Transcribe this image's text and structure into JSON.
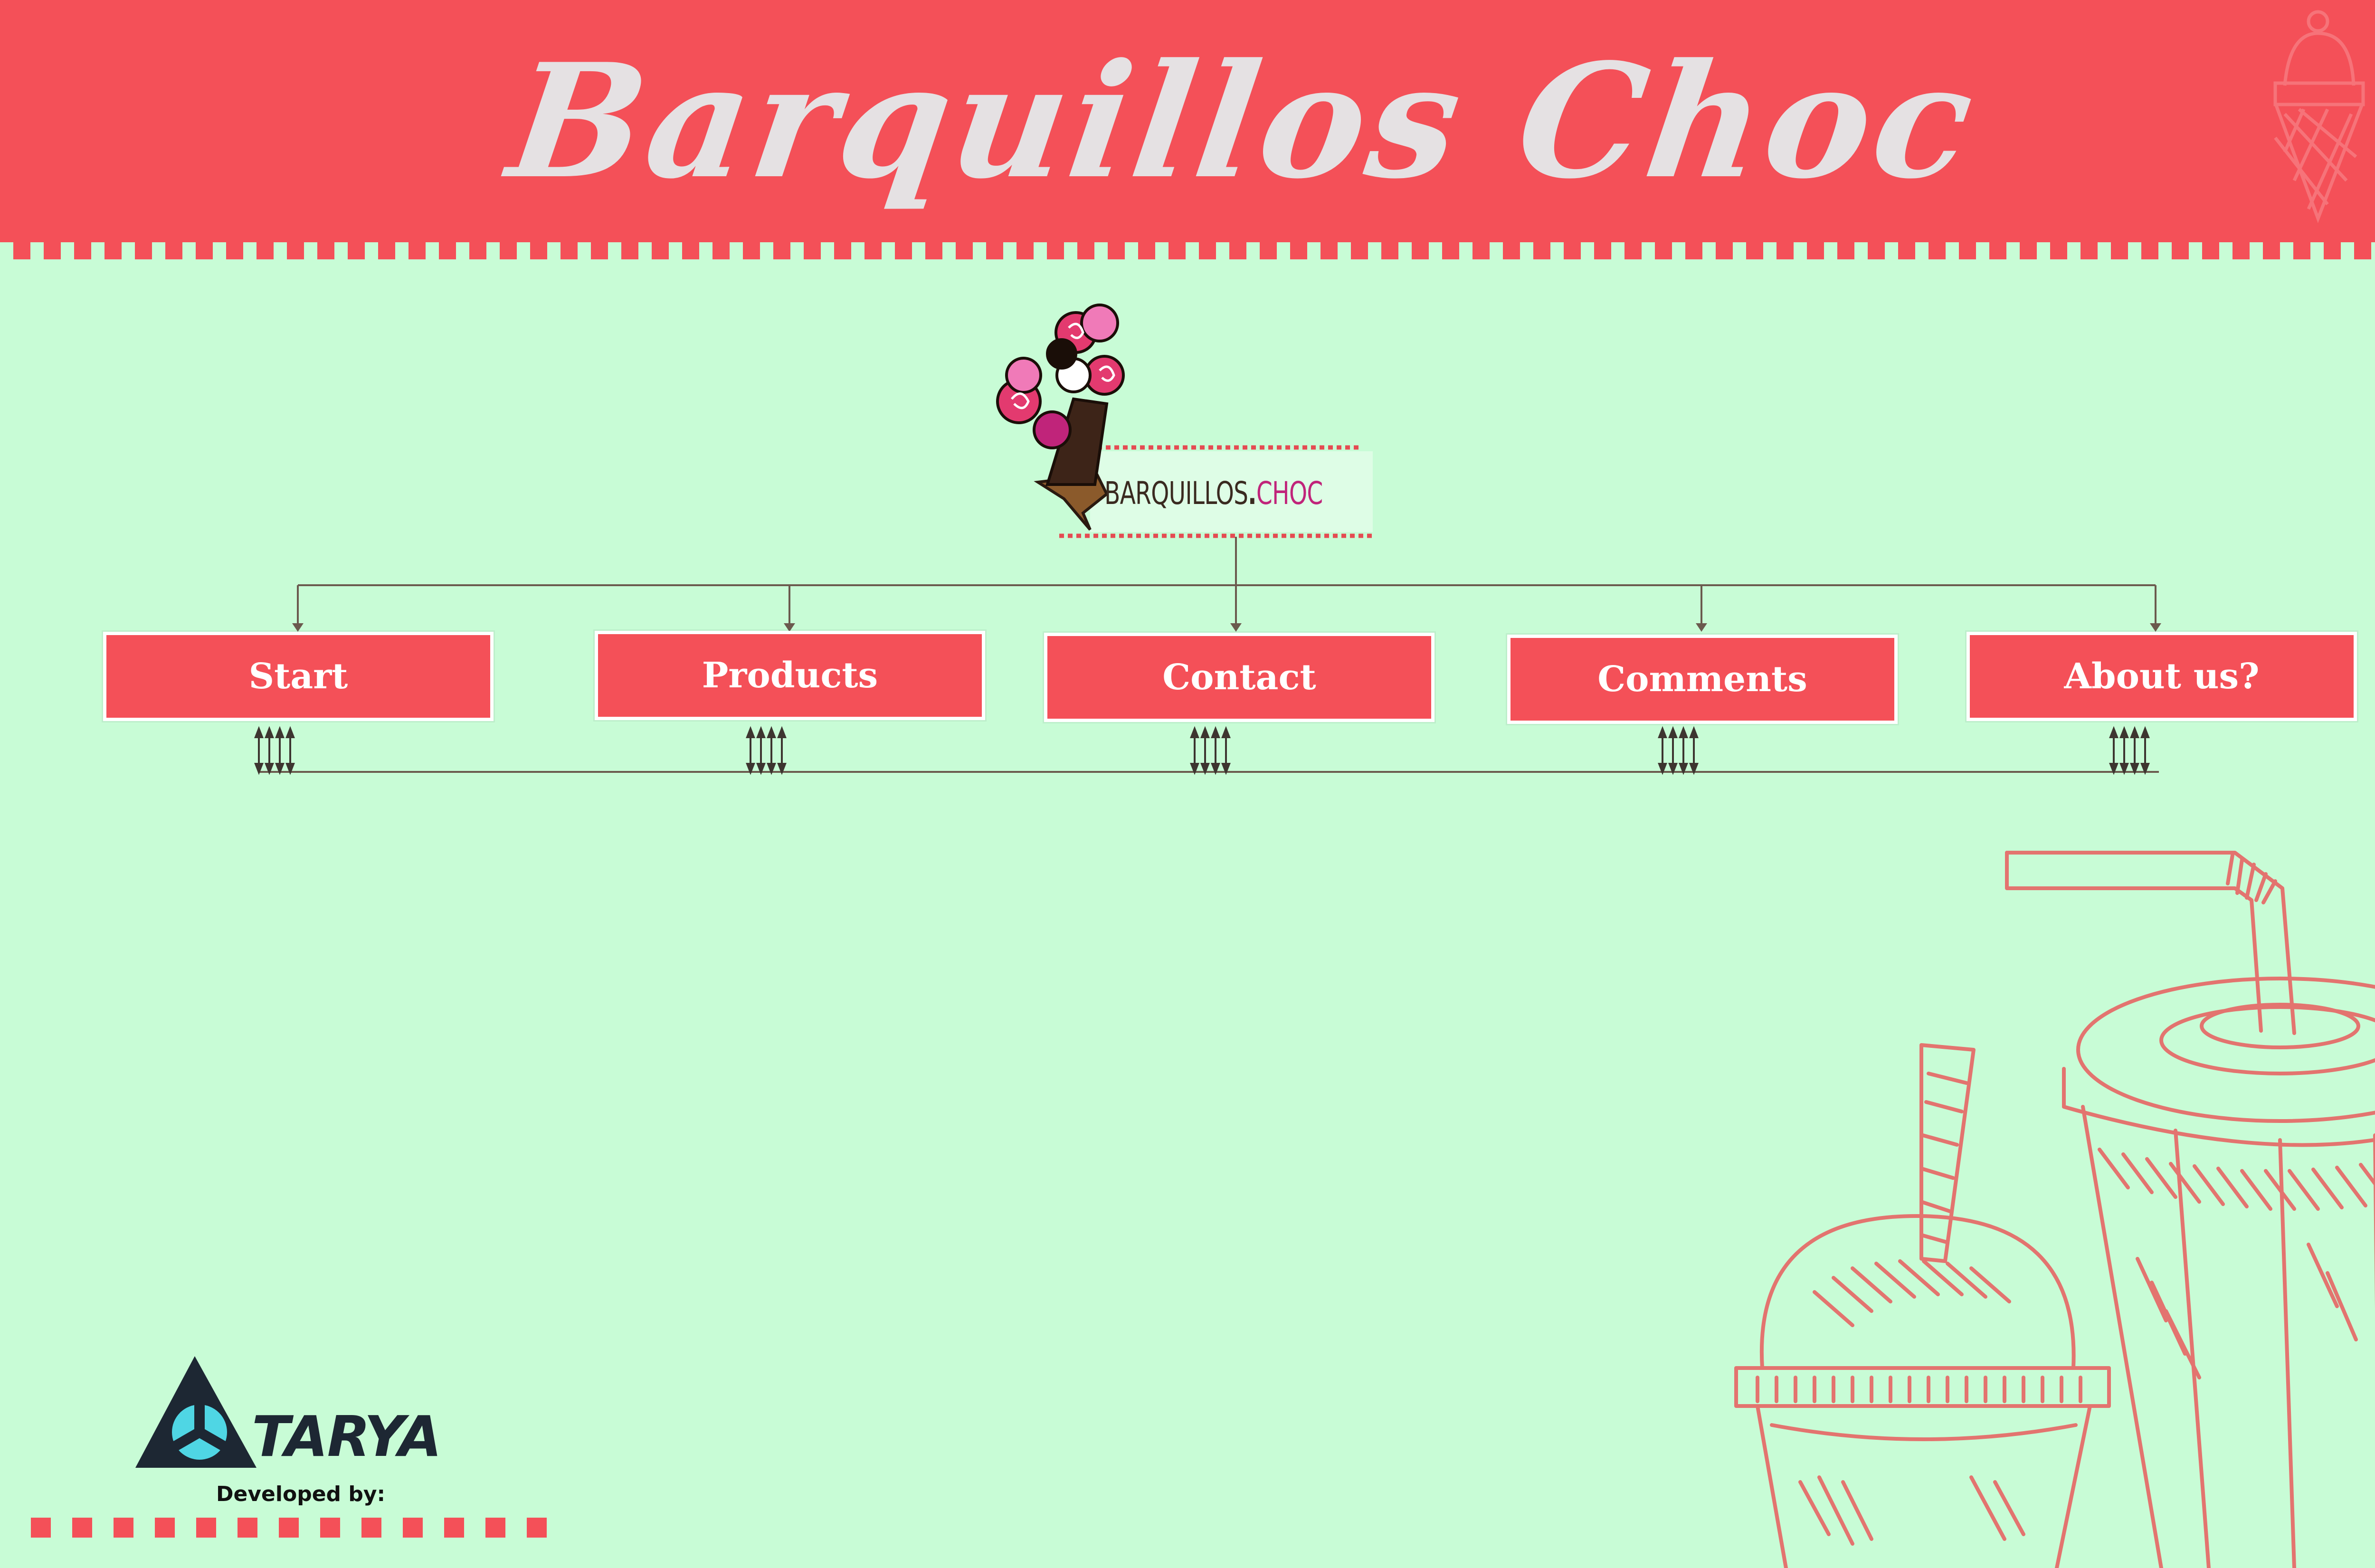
{
  "header": {
    "title": "Barquillos Choc"
  },
  "logo": {
    "text_main": "BARQUILLOS",
    "text_dot": ".",
    "text_accent": "CHOC"
  },
  "nav": {
    "items": [
      {
        "label": "Start"
      },
      {
        "label": "Products"
      },
      {
        "label": "Contact"
      },
      {
        "label": "Comments"
      },
      {
        "label": "About us?"
      }
    ]
  },
  "footer": {
    "brand": "TARYA",
    "developed_by": "Developed by:"
  },
  "colors": {
    "background": "#c8fcd6",
    "header": "#f45058",
    "title_text": "#e5e1e3",
    "box": "#f45058",
    "box_text": "#ffffff",
    "connector": "#6b5a4e",
    "sketch": "#e3746f",
    "logo_accent": "#c0247a",
    "dots": "#f45058"
  }
}
